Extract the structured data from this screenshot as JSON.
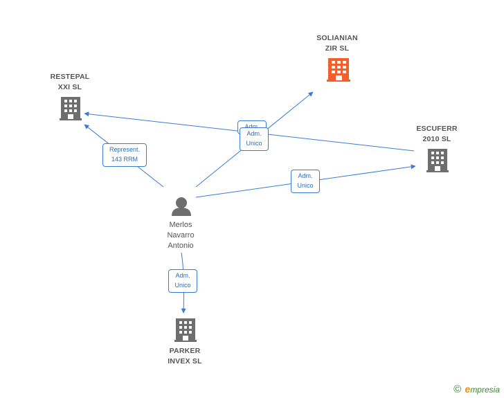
{
  "nodes": {
    "solianian": {
      "name": "SOLIANIAN\nZIR SL",
      "icon": "building-icon",
      "color": "#f25f2f"
    },
    "restepal": {
      "name": "RESTEPAL\nXXI SL",
      "icon": "building-icon",
      "color": "#6e6e6e"
    },
    "escuferr": {
      "name": "ESCUFERR\n2010 SL",
      "icon": "building-icon",
      "color": "#6e6e6e"
    },
    "person": {
      "name": "Merlos\nNavarro\nAntonio",
      "icon": "person-icon",
      "color": "#6e6e6e"
    },
    "parker": {
      "name": "PARKER\nINVEX SL",
      "icon": "building-icon",
      "color": "#6e6e6e"
    }
  },
  "edges": {
    "restepal": "Represent.\n143 RRM",
    "solianian_back": "Adm.",
    "solianian": "Adm.\nUnico",
    "escuferr": "Adm.\nUnico",
    "parker": "Adm.\nUnico"
  },
  "colors": {
    "edge": "#3a7bd5",
    "edge_label_text": "#2f6db5"
  },
  "footer": {
    "copyright": "©",
    "brand_first": "e",
    "brand_rest": "mpresia"
  }
}
